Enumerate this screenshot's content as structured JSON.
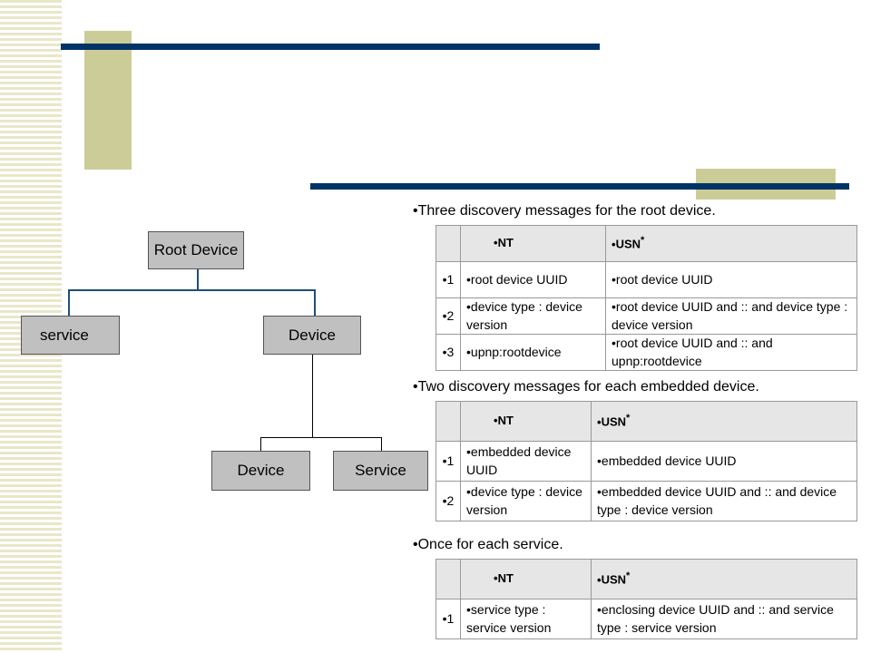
{
  "diagram": {
    "root": "Root Device",
    "left_child": "service",
    "right_child": "Device",
    "sub_left": "Device",
    "sub_right": "Service"
  },
  "sections": [
    {
      "heading": "Three discovery messages for the root device.",
      "col_nt": "NT",
      "col_usn": "USN",
      "usn_mark": "*",
      "rows": [
        {
          "num": "1",
          "nt": "root device UUID",
          "usn": "root device UUID"
        },
        {
          "num": "2",
          "nt": "device type : device version",
          "usn": "root device UUID and :: and device type : device version"
        },
        {
          "num": "3",
          "nt": "upnp:rootdevice",
          "usn": "root device UUID and :: and upnp:rootdevice"
        }
      ]
    },
    {
      "heading": "Two discovery messages for each embedded device.",
      "col_nt": "NT",
      "col_usn": "USN",
      "usn_mark": "*",
      "rows": [
        {
          "num": "1",
          "nt": "embedded device UUID",
          "usn": "embedded device UUID"
        },
        {
          "num": "2",
          "nt": "device type : device version",
          "usn": "embedded device UUID and :: and device type : device version"
        }
      ]
    },
    {
      "heading": "Once for each service.",
      "col_nt": "NT",
      "col_usn": "USN",
      "usn_mark": "*",
      "rows": [
        {
          "num": "1",
          "nt": "service type : service version",
          "usn": "enclosing device UUID and :: and service type : service version"
        }
      ]
    }
  ],
  "colors": {
    "accent_bar": "#003366",
    "accent_block": "#cccc99",
    "node_fill": "#c0c0c0"
  }
}
